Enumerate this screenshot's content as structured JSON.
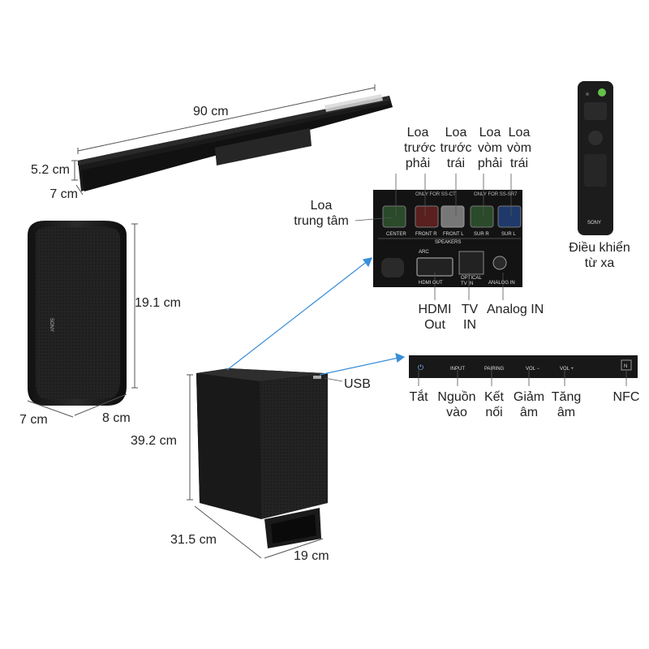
{
  "soundbar": {
    "width": "90 cm",
    "height": "5.2 cm",
    "depth": "7 cm"
  },
  "rear_speaker": {
    "height": "19.1 cm",
    "depth": "7 cm",
    "width": "8 cm",
    "brand": "SONY"
  },
  "subwoofer": {
    "height": "39.2 cm",
    "depth": "31.5 cm",
    "width": "19 cm",
    "usb_label": "USB"
  },
  "connectors": {
    "front_right": [
      "Loa",
      "trước",
      "phải"
    ],
    "front_left": [
      "Loa",
      "trước",
      "trái"
    ],
    "surround_right": [
      "Loa",
      "vòm",
      "phải"
    ],
    "surround_left": [
      "Loa",
      "vòm",
      "trái"
    ],
    "center": [
      "Loa",
      "trung tâm"
    ],
    "hdmi_out": [
      "HDMI",
      "Out"
    ],
    "tv_in": [
      "TV",
      "IN"
    ],
    "analog_in": "Analog IN",
    "panel_text": {
      "center": "CENTER",
      "front_r": "FRONT R",
      "front_l": "FRONT L",
      "sur_r": "SUR R",
      "sur_l": "SUR L",
      "speakers": "SPEAKERS",
      "arc": "ARC",
      "hdmi_out": "HDMI OUT",
      "optical": "OPTICAL",
      "tv_in": "TV IN",
      "analog_in": "ANALOG IN",
      "only_for_1": "ONLY FOR SS-CT",
      "only_for_2": "ONLY FOR SS-SR7"
    }
  },
  "remote": {
    "label": [
      "Điều khiển",
      "từ xa"
    ],
    "brand": "SONY"
  },
  "control_panel": {
    "power": "Tắt",
    "input": [
      "Nguồn",
      "vào"
    ],
    "pairing": [
      "Kết",
      "nối"
    ],
    "vol_down": [
      "Giảm",
      "âm"
    ],
    "vol_up": [
      "Tăng",
      "âm"
    ],
    "nfc": "NFC",
    "panel_text": {
      "input": "INPUT",
      "pairing": "PAIRING",
      "vol_down": "VOL −",
      "vol_up": "VOL +",
      "nfc": "N"
    }
  },
  "colors": {
    "pointer": "#3a8fd8",
    "product": "#1b1b1b"
  }
}
